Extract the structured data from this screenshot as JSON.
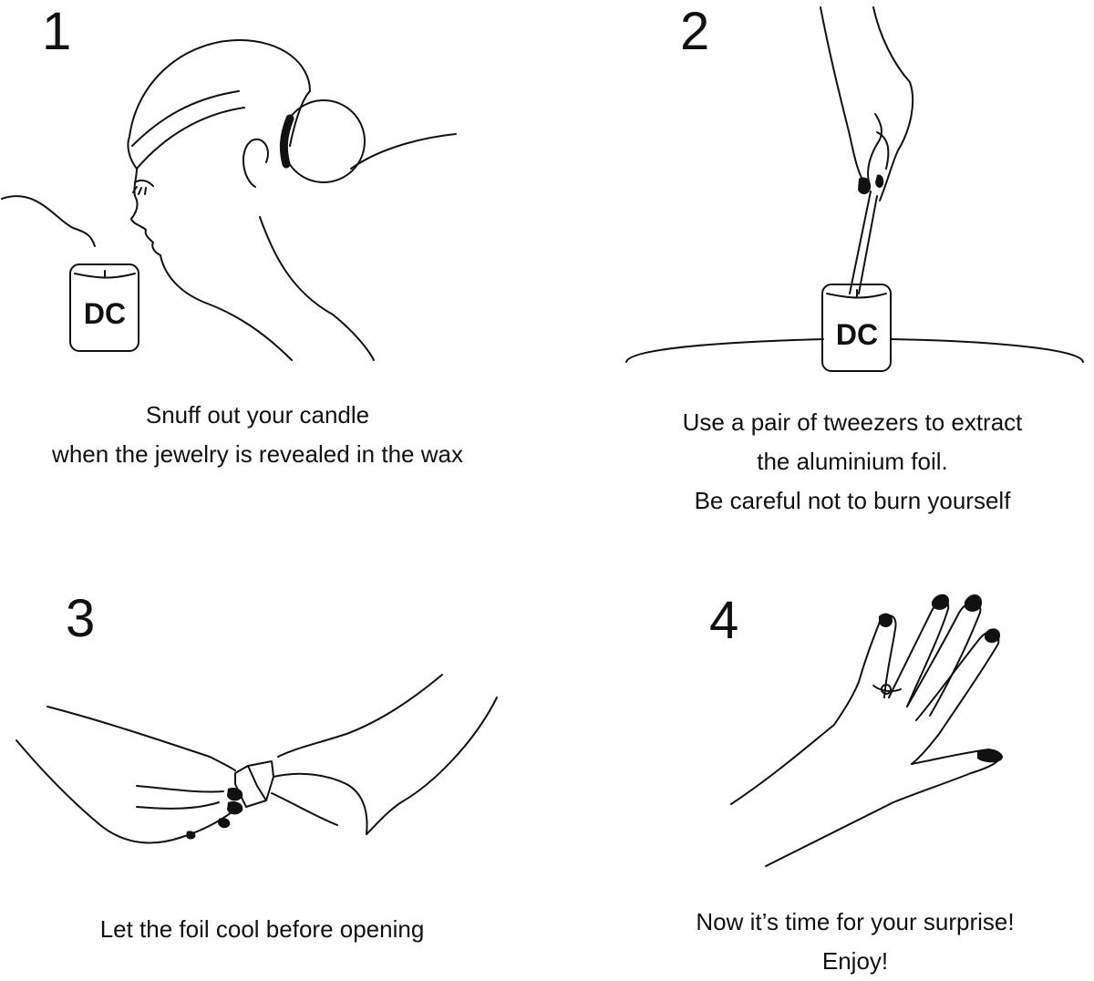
{
  "steps": [
    {
      "number": "1",
      "lines": [
        "Snuff out your candle",
        "when the jewelry is revealed in the wax"
      ],
      "logo": "DC"
    },
    {
      "number": "2",
      "lines": [
        "Use a pair of tweezers to extract",
        "the aluminium foil.",
        "Be careful not to burn yourself"
      ],
      "logo": "DC"
    },
    {
      "number": "3",
      "lines": [
        "Let the foil cool before opening"
      ]
    },
    {
      "number": "4",
      "lines": [
        "Now it’s time for your surprise!",
        "Enjoy!"
      ]
    }
  ],
  "colors": {
    "ink": "#111111",
    "background": "#ffffff"
  }
}
